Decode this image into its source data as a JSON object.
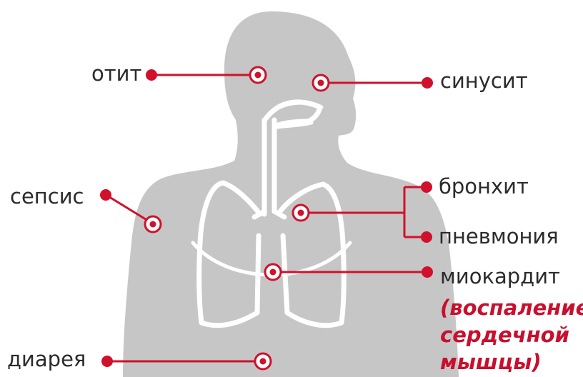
{
  "colors": {
    "silhouette": "#c6c6c6",
    "organ_lines": "#ffffff",
    "accent": "#d0112b",
    "label_text": "#2b2b2b"
  },
  "labels": {
    "otitis": "отит",
    "sinusitis": "синусит",
    "sepsis": "сепсис",
    "bronchitis": "бронхит",
    "pneumonia": "пневмония",
    "myocarditis": "миокардит",
    "myocarditis_note_1": "(воспаление",
    "myocarditis_note_2": "сердечной",
    "myocarditis_note_3": "мышцы)",
    "diarrhea": "диарея"
  }
}
